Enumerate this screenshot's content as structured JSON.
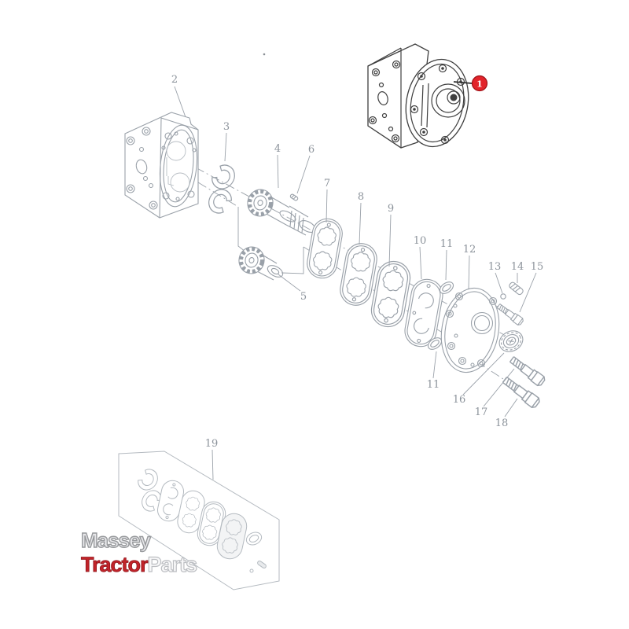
{
  "diagram": {
    "title_hint": "hydraulic pump exploded parts diagram",
    "badge": {
      "label": "1",
      "fill": "#e2242b",
      "border": "#9e1116"
    },
    "callouts": {
      "n2": "2",
      "n3": "3",
      "n4": "4",
      "n5": "5",
      "n6": "6",
      "n7": "7",
      "n8": "8",
      "n9": "9",
      "n10": "10",
      "n11a": "11",
      "n11b": "11",
      "n12": "12",
      "n13": "13",
      "n14": "14",
      "n15": "15",
      "n16": "16",
      "n17": "17",
      "n18": "18",
      "n19": "19"
    },
    "colors": {
      "part_line": "#9aa1a9",
      "dark_line": "#3f3f3f",
      "kit_line": "#b4bac0",
      "label_text": "#8c939b",
      "badge_red": "#e2242b",
      "watermark_red": "#c2242a"
    }
  },
  "watermark": {
    "word1": "Massey",
    "word2": "Tractor",
    "word3": "Parts"
  }
}
